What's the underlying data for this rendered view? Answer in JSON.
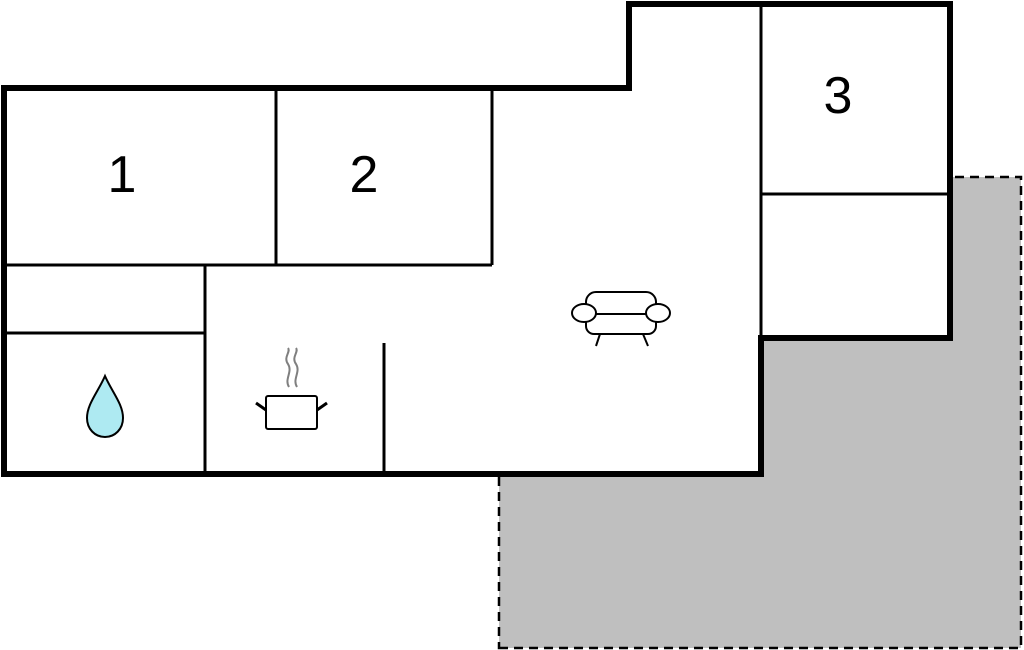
{
  "plan": {
    "rooms": [
      {
        "id": "bedroom-1",
        "label": "1"
      },
      {
        "id": "bedroom-2",
        "label": "2"
      },
      {
        "id": "bedroom-3",
        "label": "3"
      }
    ],
    "icons": [
      {
        "name": "water-drop-icon",
        "meaning": "bathroom"
      },
      {
        "name": "cooking-pot-icon",
        "meaning": "kitchen"
      },
      {
        "name": "sofa-icon",
        "meaning": "living room"
      }
    ]
  },
  "colors": {
    "wall": "#000000",
    "terrace_fill": "#bfbfbf",
    "terrace_outline": "#000000",
    "water": "#aeeaf2",
    "steam": "#7f7f7f",
    "background": "#ffffff"
  }
}
